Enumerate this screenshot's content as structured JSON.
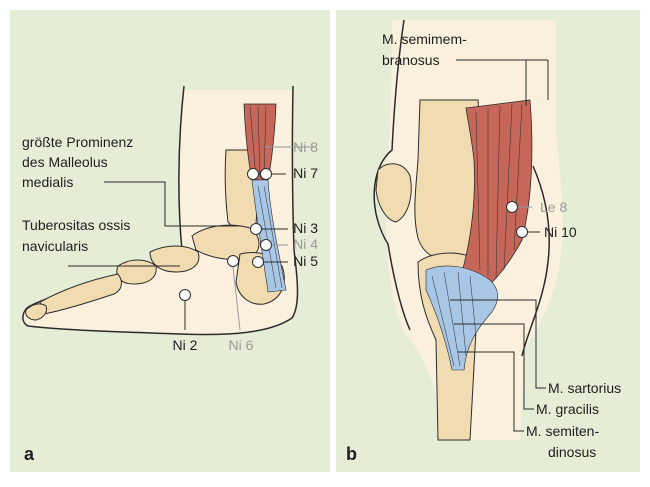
{
  "colors": {
    "panel_bg": "#e6edd6",
    "skin": "#fbf0de",
    "bone": "#f1dcb2",
    "muscle_red": "#c7675a",
    "tendon_blue": "#a8c7e6",
    "outline": "#2b2b2b",
    "label_dark": "#1e1e1e",
    "label_gray": "#9a9a9a"
  },
  "panel_a": {
    "panel_letter": "a",
    "text_prominenz": [
      "größte Prominenz",
      "des Malleolus",
      "medialis"
    ],
    "text_tuberositas": [
      "Tuberositas ossis",
      "navicularis"
    ],
    "points": [
      {
        "id": "ni8",
        "label": "Ni 8",
        "style": "gray"
      },
      {
        "id": "ni7",
        "label": "Ni 7",
        "style": "dark"
      },
      {
        "id": "ni3",
        "label": "Ni 3",
        "style": "dark"
      },
      {
        "id": "ni4",
        "label": "Ni 4",
        "style": "gray"
      },
      {
        "id": "ni5",
        "label": "Ni 5",
        "style": "dark"
      },
      {
        "id": "ni2",
        "label": "Ni 2",
        "style": "dark"
      },
      {
        "id": "ni6",
        "label": "Ni 6",
        "style": "gray"
      }
    ]
  },
  "panel_b": {
    "panel_letter": "b",
    "muscle_semimembranosus": [
      "M. semimem-",
      "branosus"
    ],
    "points": [
      {
        "id": "le8",
        "label": "Le 8",
        "style": "gray"
      },
      {
        "id": "ni10",
        "label": "Ni 10",
        "style": "dark"
      }
    ],
    "muscles": [
      {
        "id": "sartorius",
        "lines": [
          "M. sartorius"
        ]
      },
      {
        "id": "gracilis",
        "lines": [
          "M. gracilis"
        ]
      },
      {
        "id": "semitendinosus",
        "lines": [
          "M. semiten-",
          "dinosus"
        ]
      }
    ]
  }
}
